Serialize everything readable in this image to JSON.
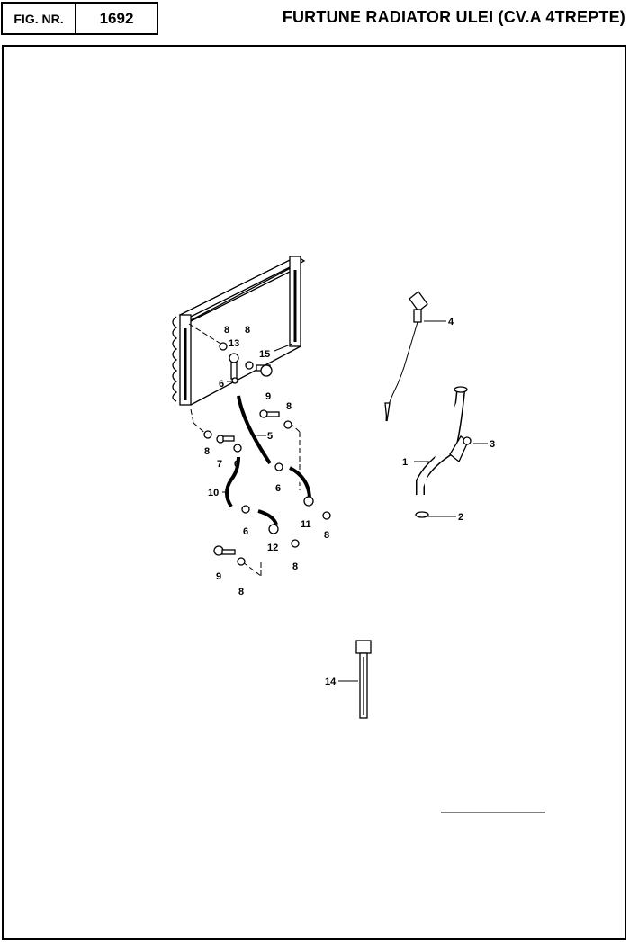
{
  "header": {
    "fig_label": "FIG. NR.",
    "fig_number": "1692",
    "title": "FURTUNE RADIATOR ULEI (CV.A 4TREPTE)"
  },
  "callouts": [
    "8",
    "13",
    "8",
    "15",
    "6",
    "9",
    "8",
    "5",
    "8",
    "7",
    "6",
    "10",
    "6",
    "11",
    "8",
    "6",
    "12",
    "8",
    "9",
    "8",
    "4",
    "3",
    "1",
    "2",
    "14"
  ]
}
